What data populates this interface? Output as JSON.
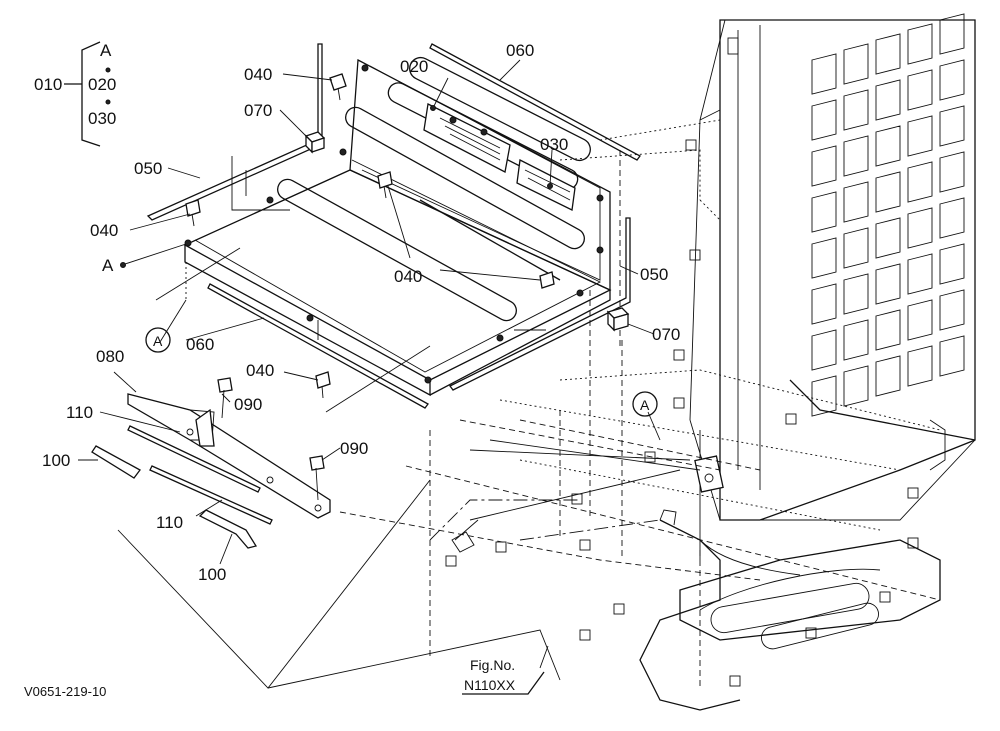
{
  "group": {
    "label": "010",
    "members": [
      "A",
      "020",
      "030"
    ]
  },
  "callouts": {
    "p040a": "040",
    "p070a": "070",
    "p020": "020",
    "p060a": "060",
    "p030": "030",
    "p050a": "050",
    "p040b": "040",
    "pA": "A",
    "p040c": "040",
    "p050b": "050",
    "p060b": "060",
    "p070b": "070",
    "p040d": "040",
    "p080": "080",
    "p090a": "090",
    "p110a": "110",
    "p100a": "100",
    "p090b": "090",
    "p110b": "110",
    "p100b": "100"
  },
  "circled_refs": [
    "A",
    "A"
  ],
  "fig": {
    "label": "Fig.No.",
    "number": "N110XX"
  },
  "drawing_code": "V0651-219-10"
}
